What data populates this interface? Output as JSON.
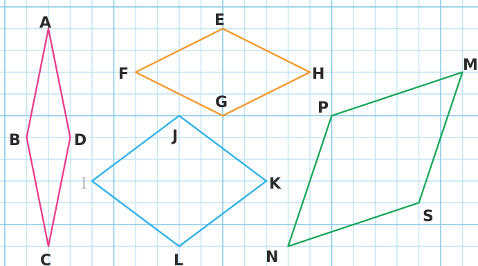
{
  "colors": {
    "grid_minor": "#bfe3f4",
    "grid_major": "#8ccbea",
    "shape_abcd": "#e83e8c",
    "shape_efgh": "#f39a2e",
    "shape_ijkl": "#2fb2e6",
    "shape_mnps": "#1aa75a",
    "label": "#2b2b2b"
  },
  "shapes": [
    {
      "name": "ABCD",
      "color_key": "shape_abcd",
      "vertices": [
        "A",
        "D",
        "C",
        "B"
      ]
    },
    {
      "name": "EFGH",
      "color_key": "shape_efgh",
      "vertices": [
        "E",
        "H",
        "G",
        "F"
      ]
    },
    {
      "name": "IJKL",
      "color_key": "shape_ijkl",
      "vertices": [
        "J",
        "K",
        "L",
        "I"
      ]
    },
    {
      "name": "MNPS",
      "color_key": "shape_mnps",
      "vertices": [
        "P",
        "M",
        "S",
        "N"
      ]
    }
  ],
  "labels": {
    "A": "A",
    "B": "B",
    "C": "C",
    "D": "D",
    "E": "E",
    "F": "F",
    "G": "G",
    "H": "H",
    "I": "I",
    "J": "J",
    "K": "K",
    "L": "L",
    "M": "M",
    "N": "N",
    "P": "P",
    "S": "S"
  }
}
